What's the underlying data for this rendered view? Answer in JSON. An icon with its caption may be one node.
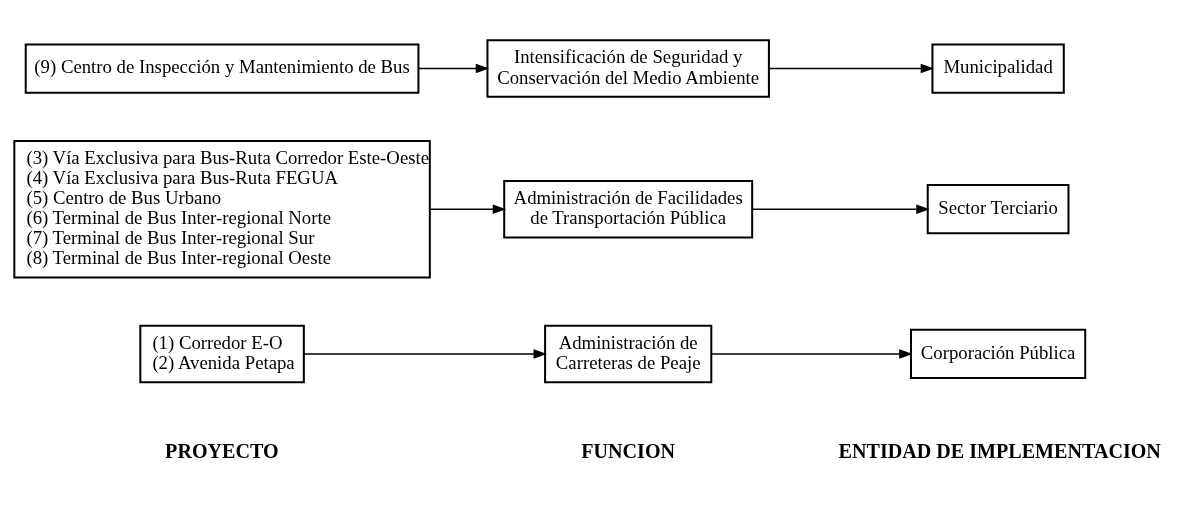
{
  "diagram": {
    "nodes": [
      {
        "text": [
          "(1) Corredor E-O",
          "(2) Avenida Petapa"
        ]
      },
      {
        "text": [
          "Administración de Carreteras de Peaje"
        ]
      },
      {
        "text": [
          "Corporación Pública"
        ]
      },
      {
        "text": [
          "(3) Vía Exclusiva para Bus-Ruta Corredor Este-Oeste",
          "(4) Vía Exclusiva para Bus-Ruta FEGUA",
          "(5) Centro de Bus Urbano",
          "(6) Terminal de Bus Inter-regional Norte",
          "(7) Terminal de Bus Inter-regional Sur",
          "(8) Terminal de Bus Inter-regional Oeste"
        ]
      },
      {
        "text": [
          "Administración de Facilidades de Transportación Pública"
        ]
      },
      {
        "text": [
          "Sector Terciario"
        ]
      },
      {
        "text": [
          "(9) Centro de Inspección y Mantenimiento de Bus"
        ]
      },
      {
        "text": [
          "Intensificación de Seguridad y Conservación del Medio Ambiente"
        ]
      },
      {
        "text": [
          "Municipalidad"
        ]
      }
    ],
    "edges": [
      {
        "from": 0,
        "to": 1,
        "arrow": "to"
      },
      {
        "from": 1,
        "to": 2,
        "arrow": "to"
      },
      {
        "from": 3,
        "to": 4,
        "arrow": "to"
      },
      {
        "from": 4,
        "to": 5,
        "arrow": "to"
      },
      {
        "from": 6,
        "to": 7,
        "arrow": "to"
      },
      {
        "from": 7,
        "to": 8,
        "arrow": "to"
      }
    ],
    "labels": [
      "PROYECTO",
      "FUNCION",
      "ENTIDAD DE IMPLEMENTACION"
    ]
  }
}
